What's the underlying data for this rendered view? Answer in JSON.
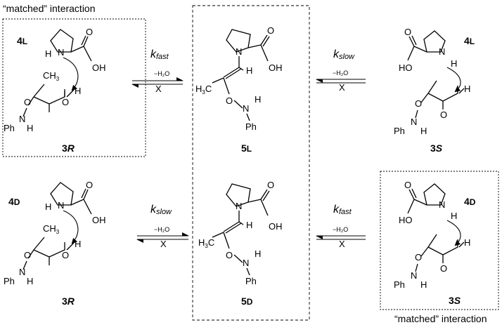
{
  "captions": {
    "matched_top": "“matched” interaction",
    "matched_bottom": "“matched” interaction"
  },
  "top_left": {
    "catalyst_num": "4",
    "catalyst_sub": "L",
    "aldehyde_num": "3",
    "aldehyde_sub": "R",
    "proline": {
      "nh_n": "N",
      "nh_h": "H",
      "oh": "OH",
      "o": "O"
    },
    "aldehyde": {
      "ch3": "CH",
      "ch3_sub": "3",
      "o_ether": "O",
      "o_carbonyl": "O",
      "h": "H",
      "ph": "Ph",
      "n": "N",
      "nh_h": "H"
    }
  },
  "top_right": {
    "catalyst_num": "4",
    "catalyst_sub": "L",
    "aldehyde_num": "3",
    "aldehyde_sub": "S",
    "proline": {
      "nh_n": "N",
      "nh_h": "H",
      "oh": "HO",
      "o": "O"
    },
    "aldehyde": {
      "ch3": "",
      "o_ether": "O",
      "o_carbonyl": "O",
      "h": "H",
      "ph": "Ph",
      "n": "N",
      "nh_h": "H"
    }
  },
  "bottom_left": {
    "catalyst_num": "4",
    "catalyst_sub": "D",
    "aldehyde_num": "3",
    "aldehyde_sub": "R",
    "proline": {
      "nh_n": "N",
      "nh_h": "H",
      "oh": "OH",
      "o": "O"
    },
    "aldehyde": {
      "ch3": "CH",
      "ch3_sub": "3",
      "o_ether": "O",
      "o_carbonyl": "O",
      "h": "H",
      "ph": "Ph",
      "n": "N",
      "nh_h": "H"
    }
  },
  "bottom_right": {
    "catalyst_num": "4",
    "catalyst_sub": "D",
    "aldehyde_num": "3",
    "aldehyde_sub": "S",
    "proline": {
      "nh_n": "N",
      "nh_h": "H",
      "oh": "HO",
      "o": "O"
    },
    "aldehyde": {
      "ch3": "",
      "o_ether": "O",
      "o_carbonyl": "O",
      "h": "H",
      "ph": "Ph",
      "n": "N",
      "nh_h": "H"
    }
  },
  "center_top": {
    "product_num": "5",
    "product_sub": "L",
    "labels": {
      "n": "N",
      "o": "O",
      "oh": "OH",
      "h": "H",
      "h3c": "H",
      "h3c_sub": "3",
      "h3c_c": "C",
      "o_ether": "O",
      "n_amine": "N",
      "nh_h": "H",
      "ph": "Ph"
    }
  },
  "center_bottom": {
    "product_num": "5",
    "product_sub": "D",
    "labels": {
      "n": "N",
      "o": "O",
      "oh": "OH",
      "h": "H",
      "h3c": "H",
      "h3c_sub": "3",
      "h3c_c": "C",
      "o_ether": "O",
      "n_amine": "N",
      "nh_h": "H",
      "ph": "Ph"
    }
  },
  "arrows": {
    "top_left": {
      "k": "k",
      "rate": "fast",
      "cond": "−H₂O",
      "block": "X"
    },
    "top_right": {
      "k": "k",
      "rate": "slow",
      "cond": "−H₂O",
      "block": "X"
    },
    "bottom_left": {
      "k": "k",
      "rate": "slow",
      "cond": "−H₂O",
      "block": "X"
    },
    "bottom_right": {
      "k": "k",
      "rate": "fast",
      "cond": "−H₂O",
      "block": "X"
    }
  }
}
